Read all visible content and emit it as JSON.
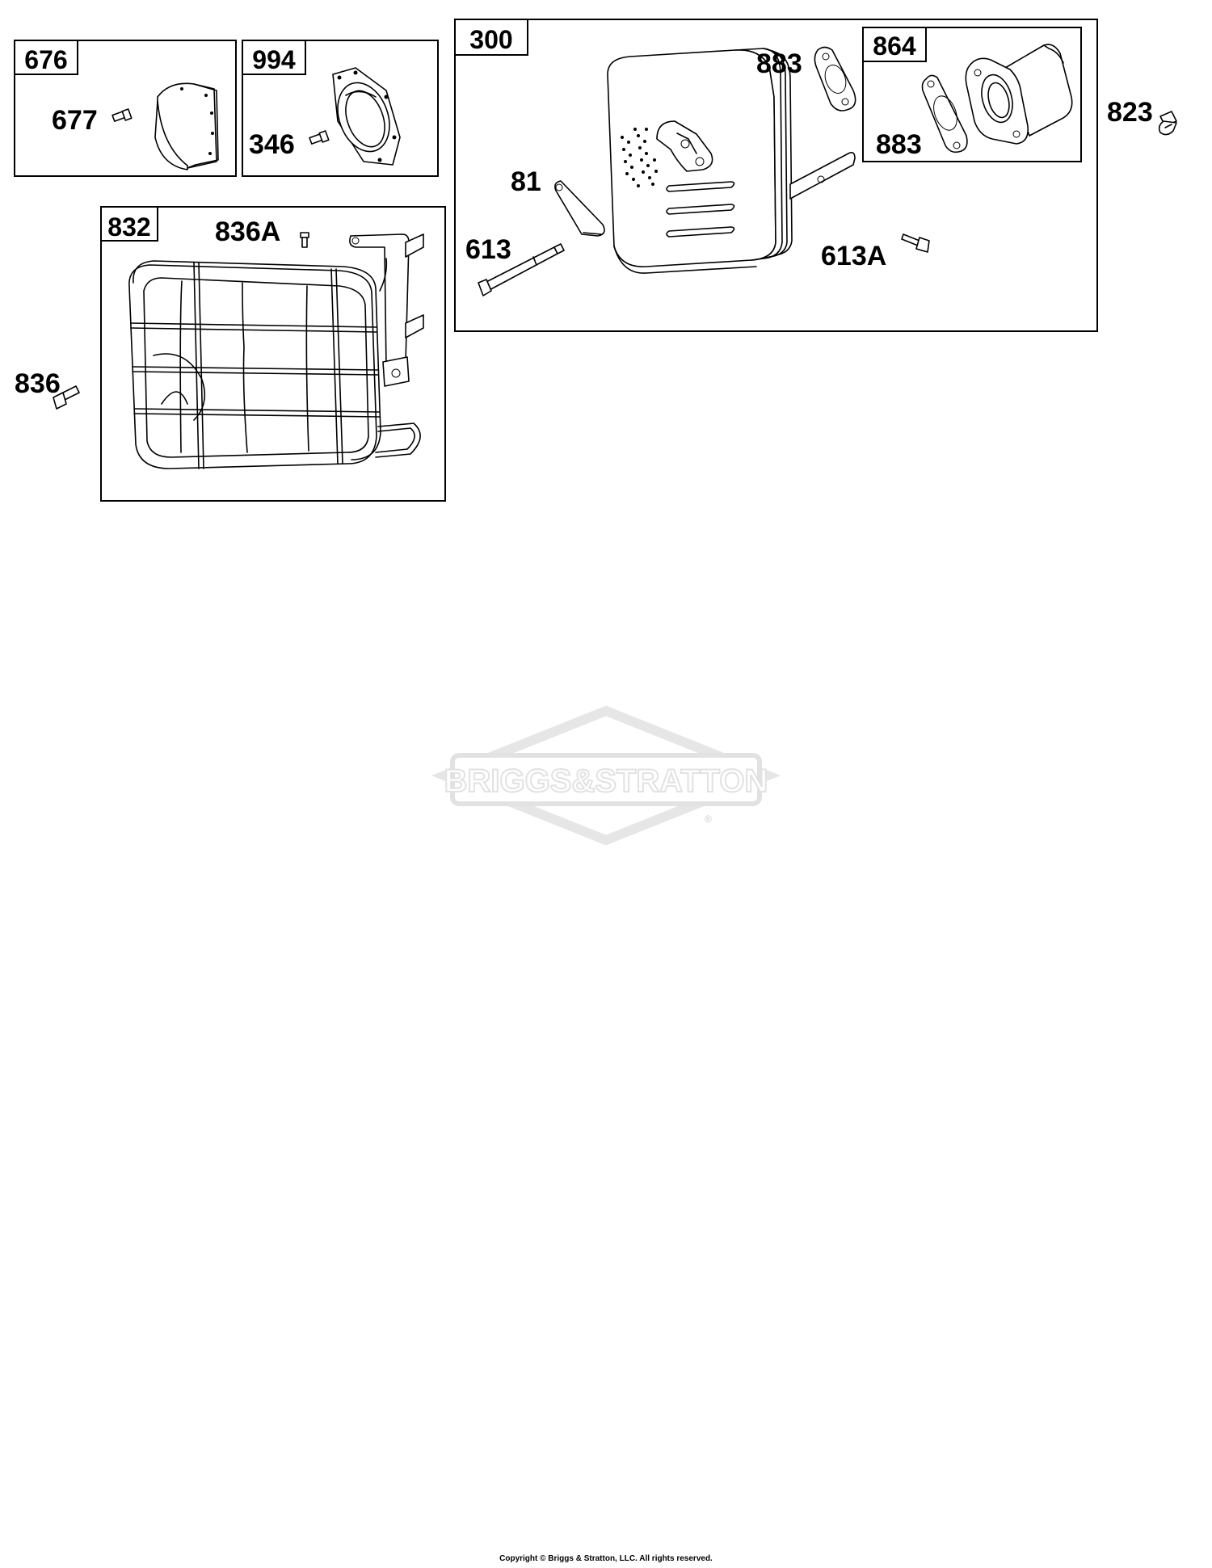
{
  "assemblies": [
    {
      "id": "box-676",
      "label": "676",
      "parts": [
        {
          "id": "part-677",
          "label": "677",
          "kind": "screw"
        }
      ]
    },
    {
      "id": "box-994",
      "label": "994",
      "parts": [
        {
          "id": "part-346",
          "label": "346",
          "kind": "screw"
        }
      ]
    },
    {
      "id": "box-300",
      "label": "300",
      "parts": [
        {
          "id": "part-883a",
          "label": "883",
          "kind": "gasket"
        },
        {
          "id": "part-81",
          "label": "81",
          "kind": "lock-plate"
        },
        {
          "id": "part-613",
          "label": "613",
          "kind": "bolt"
        },
        {
          "id": "part-613a",
          "label": "613A",
          "kind": "bolt"
        }
      ]
    },
    {
      "id": "box-864",
      "label": "864",
      "parts": [
        {
          "id": "part-883b",
          "label": "883",
          "kind": "gasket"
        }
      ]
    },
    {
      "id": "box-832",
      "label": "832",
      "parts": [
        {
          "id": "part-836a",
          "label": "836A",
          "kind": "screw"
        }
      ]
    }
  ],
  "loose_parts": [
    {
      "id": "part-823",
      "label": "823",
      "kind": "screw"
    },
    {
      "id": "part-836",
      "label": "836",
      "kind": "screw"
    }
  ],
  "watermark": {
    "text": "BRIGGS&STRATTON",
    "registered": "®"
  },
  "footer": {
    "copyright": "Copyright © Briggs & Stratton, LLC. All rights reserved."
  }
}
